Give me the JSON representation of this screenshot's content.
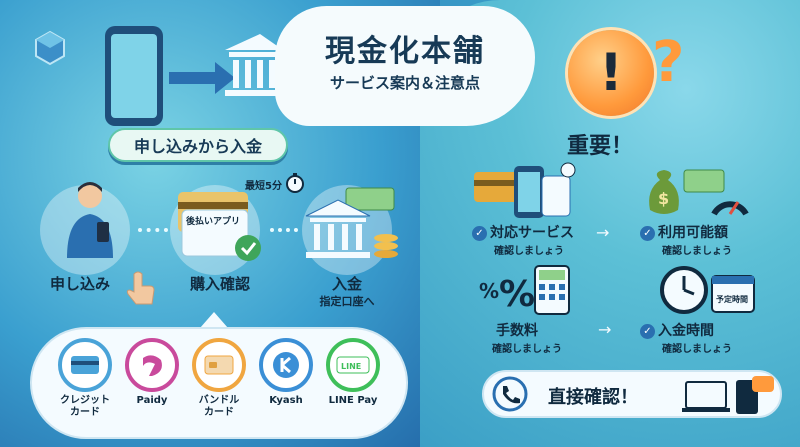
{
  "title": "現金化本舗",
  "subtitle": "サービス案内＆注意点",
  "flow_banner": "申し込みから入金",
  "steps": [
    {
      "label": "申し込み",
      "sub": ""
    },
    {
      "label": "購入確認",
      "sub": ""
    },
    {
      "label": "入金",
      "sub": "指定口座へ"
    }
  ],
  "timer_label": "最短5分",
  "app_card_label": "後払いアプリ",
  "payment_methods": [
    {
      "label": "クレジット\nカード",
      "ring_color": "#4aa3d8"
    },
    {
      "label": "Paidy",
      "ring_color": "#c94a9c"
    },
    {
      "label": "バンドル\nカード",
      "ring_color": "#f0a640"
    },
    {
      "label": "Kyash",
      "ring_color": "#3b8fd6"
    },
    {
      "label": "LINE Pay",
      "ring_color": "#3fbf5a"
    }
  ],
  "important": "重要！",
  "checks": [
    {
      "title": "対応サービス",
      "sub": "確認しましょう"
    },
    {
      "title": "利用可能額",
      "sub": "確認しましょう"
    },
    {
      "title": "手数料",
      "sub": "確認しましょう"
    },
    {
      "title": "入金時間",
      "sub": "確認しましょう"
    }
  ],
  "calendar_label": "予定時間",
  "contact": "直接確認！",
  "colors": {
    "accent": "#2a6fb0",
    "warning": "#ff9a3c",
    "bubble": "#f4fbff"
  }
}
